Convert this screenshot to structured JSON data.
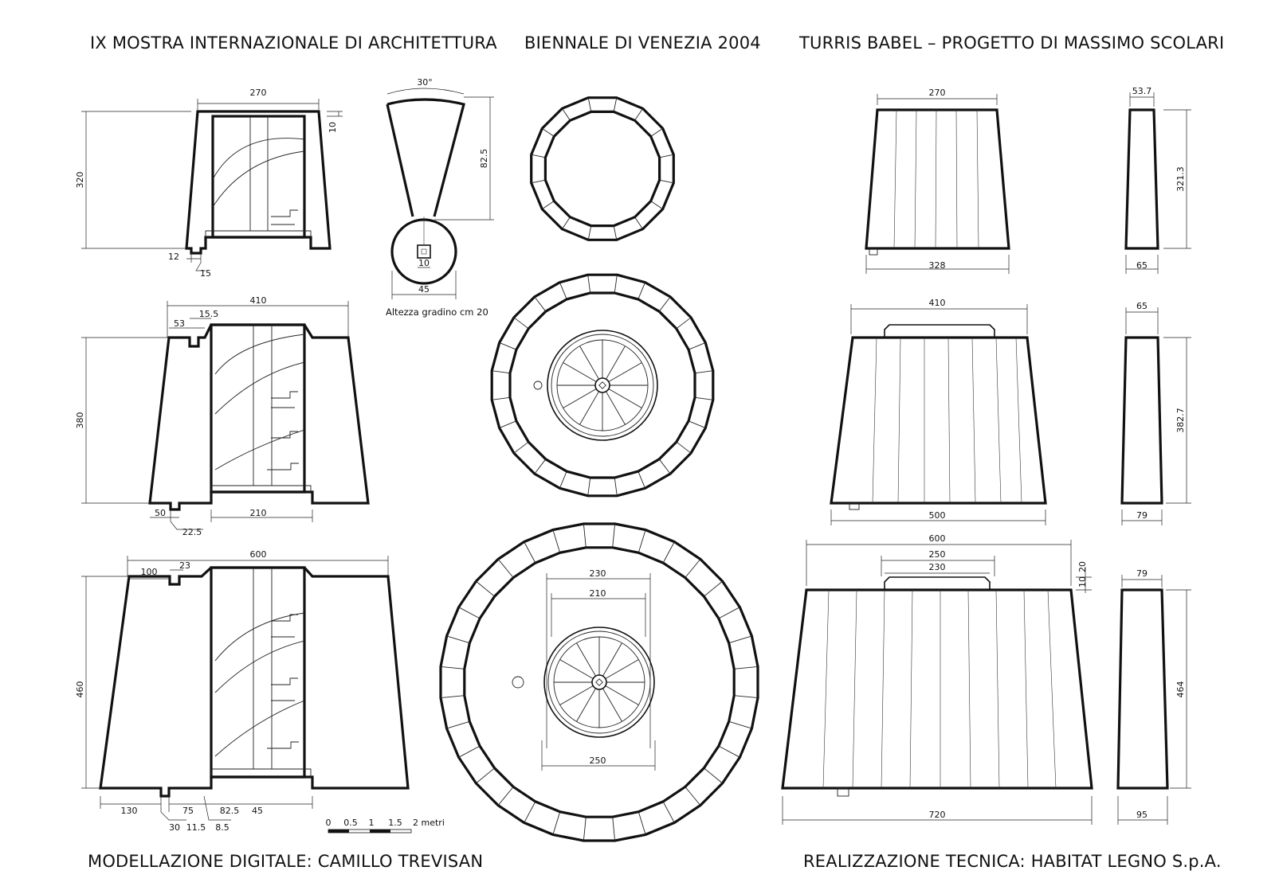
{
  "header": {
    "left": "IX MOSTRA INTERNAZIONALE DI ARCHITETTURA",
    "center": "BIENNALE DI VENEZIA 2004",
    "right": "TURRIS BABEL – PROGETTO DI MASSIMO SCOLARI"
  },
  "footer": {
    "left": "MODELLAZIONE DIGITALE: CAMILLO TREVISAN",
    "right": "REALIZZAZIONE TECNICA: HABITAT LEGNO S.p.A."
  },
  "section_small": {
    "width": "270",
    "height": "320",
    "rim": "10",
    "foot_a": "12",
    "foot_b": "15"
  },
  "section_mid": {
    "width": "410",
    "height": "380",
    "offset": "53",
    "notch": "15.5",
    "left": "50",
    "foot": "22.5",
    "inner": "210"
  },
  "section_large": {
    "width": "600",
    "height": "460",
    "offset": "100",
    "notch": "23",
    "left": "130",
    "a": "30",
    "b": "75",
    "c": "11.5",
    "d": "82.5",
    "e": "8.5",
    "f": "45"
  },
  "step_detail": {
    "angle": "30°",
    "length": "82.5",
    "post": "10",
    "diameter": "45",
    "note": "Altezza gradino cm 20"
  },
  "plan_large": {
    "outer": "230",
    "inner": "210",
    "base": "250"
  },
  "elev_small": {
    "top": "270",
    "bottom": "328"
  },
  "elev_mid": {
    "top": "410",
    "bottom": "500"
  },
  "elev_large": {
    "top": "600",
    "cap_outer": "250",
    "cap_inner": "230",
    "cap_a": "10",
    "cap_b": "20",
    "bottom": "720"
  },
  "side_small": {
    "top": "53.7",
    "height": "321.3",
    "bottom": "65"
  },
  "side_mid": {
    "top": "65",
    "height": "382.7",
    "bottom": "79"
  },
  "side_large": {
    "top": "79",
    "height": "464",
    "bottom": "95"
  },
  "scale_bar": {
    "labels": [
      "0",
      "0.5",
      "1",
      "1.5",
      "2 metri"
    ]
  }
}
